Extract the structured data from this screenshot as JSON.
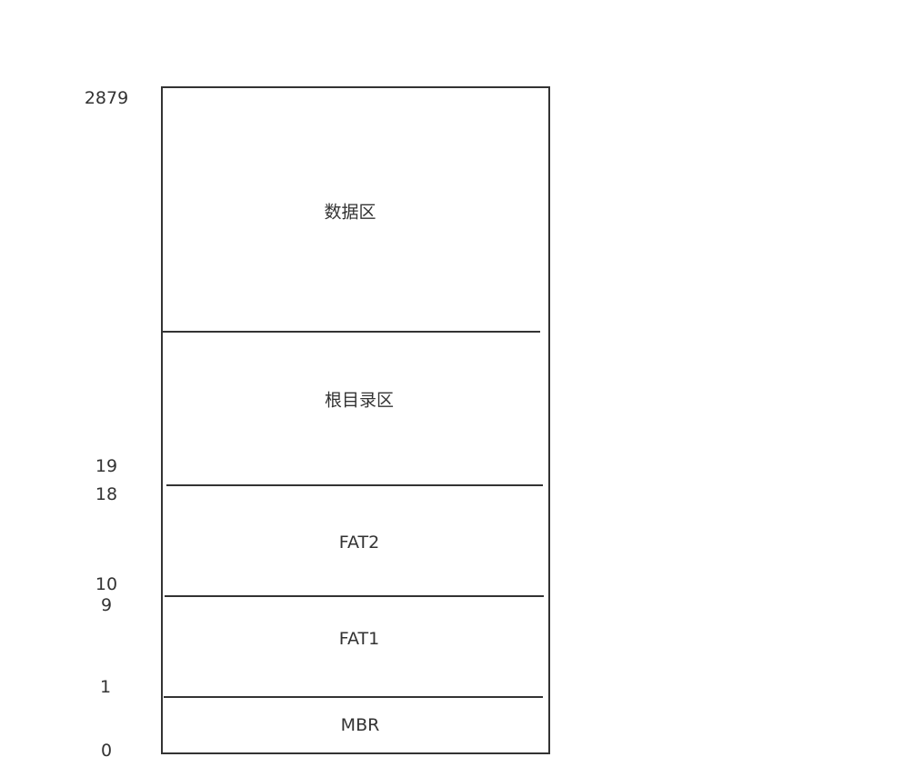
{
  "regions": {
    "data": "数据区",
    "root_dir": "根目录区",
    "fat2": "FAT2",
    "fat1": "FAT1",
    "mbr": "MBR"
  },
  "sectors": {
    "s2879": "2879",
    "s19": "19",
    "s18": "18",
    "s10": "10",
    "s9": "9",
    "s1": "1",
    "s0": "0"
  }
}
